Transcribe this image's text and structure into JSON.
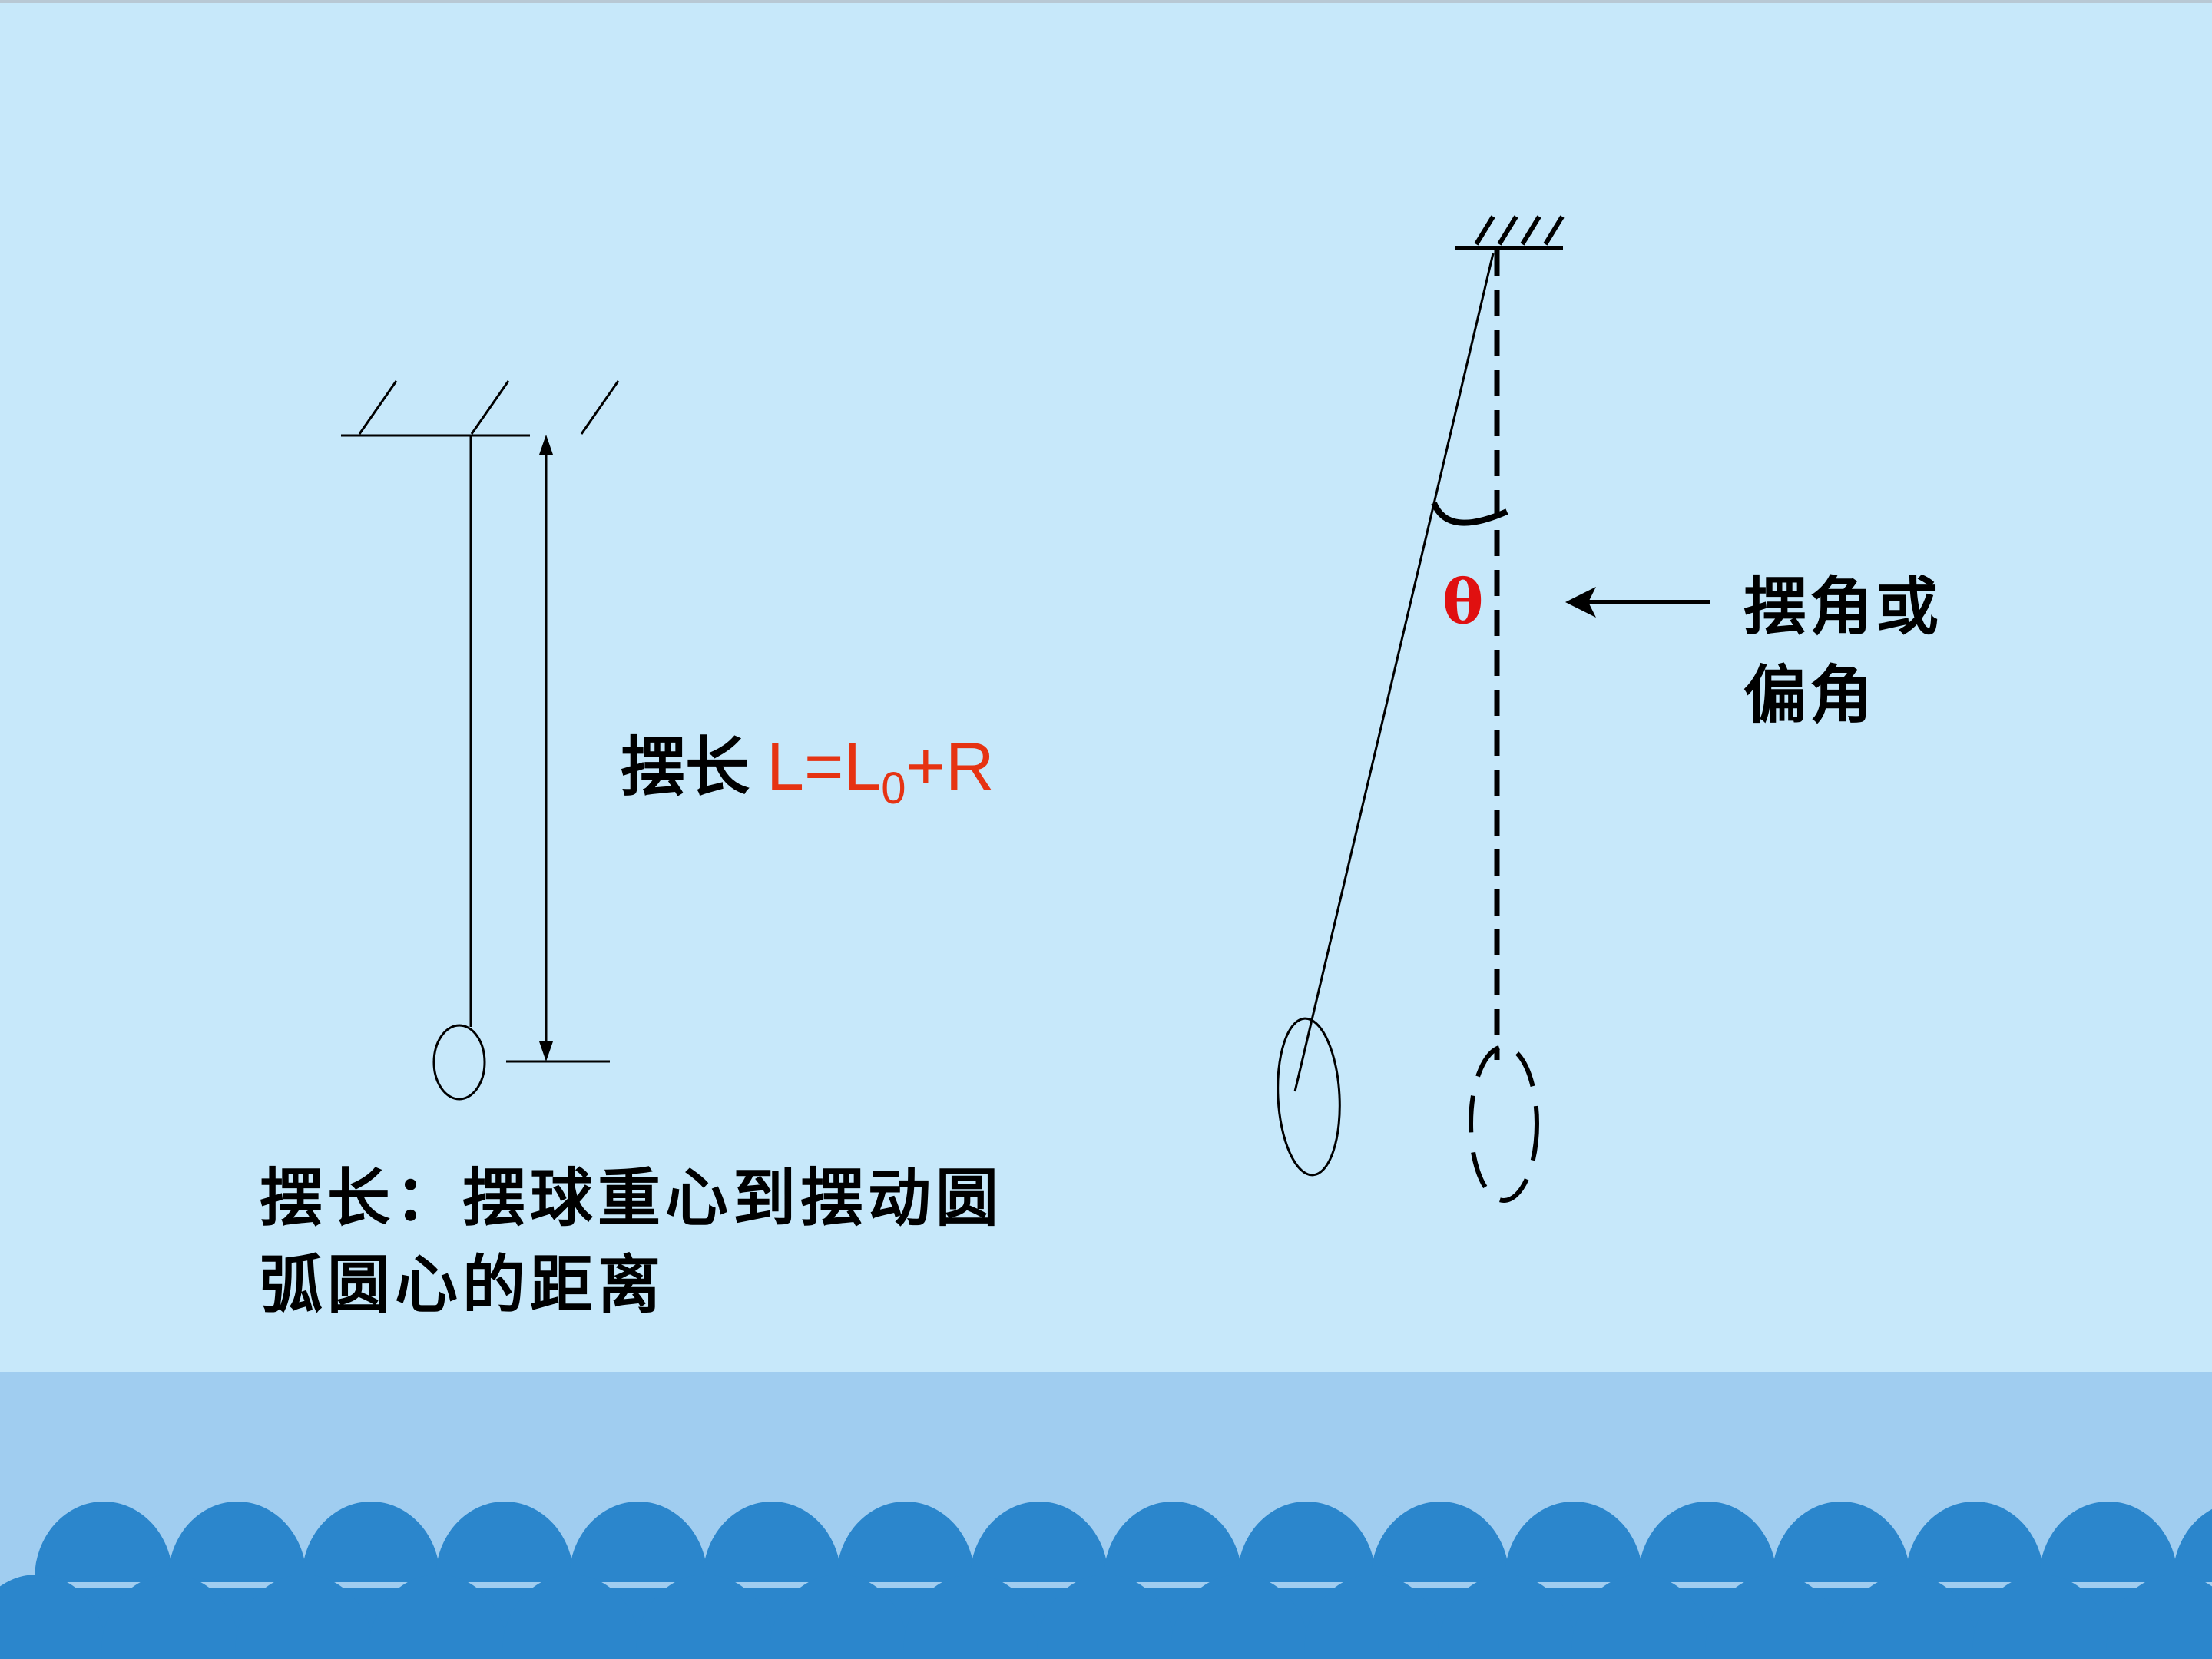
{
  "slide": {
    "colors": {
      "background": "#c7e8fa",
      "sea_band": "#a0cdf0",
      "wave": "#2b86cc",
      "formula": "#e63312",
      "theta": "#e01010",
      "ink": "#000000"
    }
  },
  "left_diagram": {
    "length_label": "摆长",
    "formula_L": "L=L",
    "formula_sub": "0",
    "formula_rest": "+R",
    "definition_line1": "摆长：摆球重心到摆动圆",
    "definition_line2": "弧圆心的距离"
  },
  "right_diagram": {
    "theta_symbol": "θ",
    "angle_label_line1": "摆角或",
    "angle_label_line2": "偏角"
  }
}
